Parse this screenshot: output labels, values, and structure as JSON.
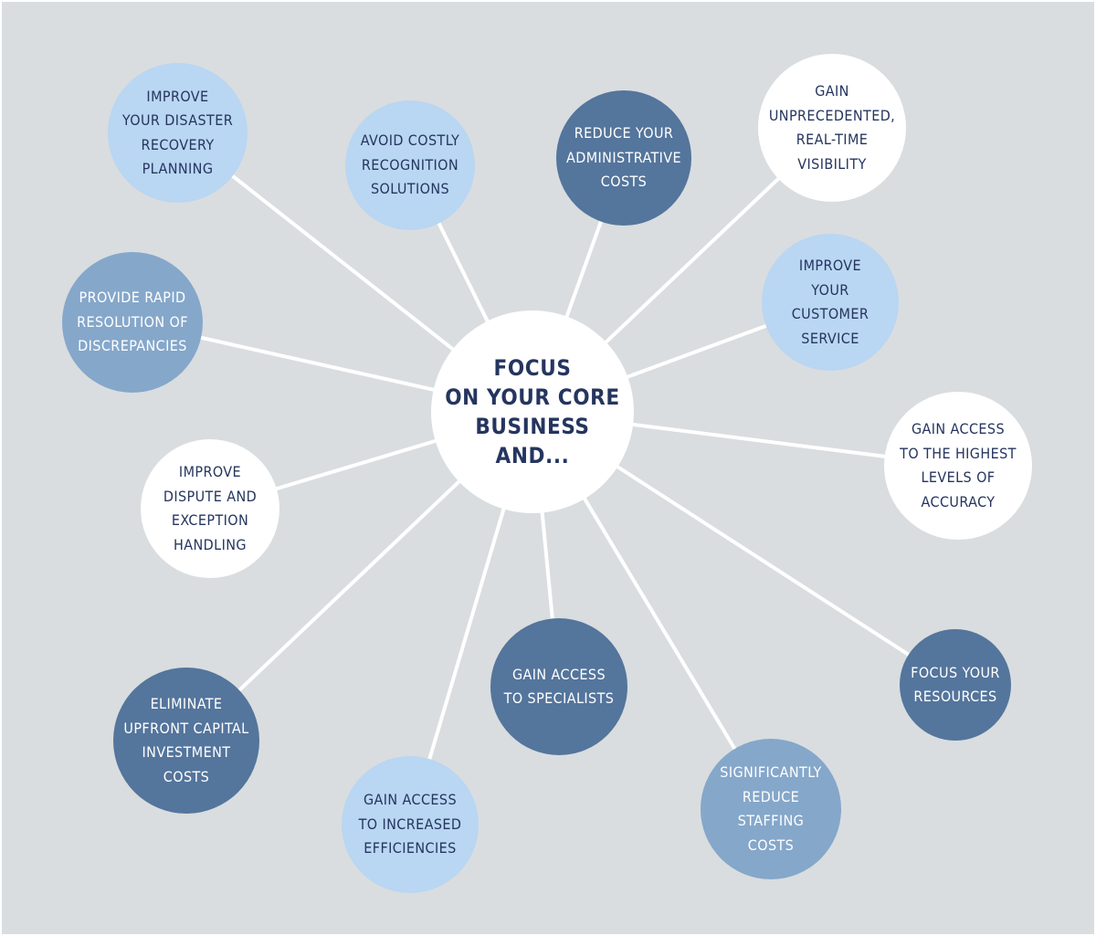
{
  "diagram": {
    "center": {
      "id": "center",
      "label": "FOCUS\nON YOUR CORE\nBUSINESS\nAND..."
    },
    "nodes": [
      {
        "id": "disaster-recovery",
        "label": "IMPROVE\nYOUR DISASTER\nRECOVERY\nPLANNING",
        "color": "#b9d6f2"
      },
      {
        "id": "recognition-solutions",
        "label": "AVOID COSTLY\nRECOGNITION\nSOLUTIONS",
        "color": "#b9d6f2"
      },
      {
        "id": "administrative-costs",
        "label": "REDUCE YOUR\nADMINISTRATIVE\nCOSTS",
        "color": "#54759c"
      },
      {
        "id": "real-time-visibility",
        "label": "GAIN\nUNPRECEDENTED,\nREAL-TIME\nVISIBILITY",
        "color": "#ffffff"
      },
      {
        "id": "customer-service",
        "label": "IMPROVE\nYOUR CUSTOMER\nSERVICE",
        "color": "#b9d6f2"
      },
      {
        "id": "highest-accuracy",
        "label": "GAIN ACCESS\nTO THE HIGHEST\nLEVELS OF\nACCURACY",
        "color": "#ffffff"
      },
      {
        "id": "focus-resources",
        "label": "FOCUS YOUR\nRESOURCES",
        "color": "#54759c"
      },
      {
        "id": "staffing-costs",
        "label": "SIGNIFICANTLY\nREDUCE STAFFING\nCOSTS",
        "color": "#85a7ca"
      },
      {
        "id": "specialists",
        "label": "GAIN ACCESS\nTO SPECIALISTS",
        "color": "#54759c"
      },
      {
        "id": "increased-efficiencies",
        "label": "GAIN ACCESS\nTO INCREASED\nEFFICIENCIES",
        "color": "#b9d6f2"
      },
      {
        "id": "upfront-capital",
        "label": "ELIMINATE\nUPFRONT CAPITAL\nINVESTMENT\nCOSTS",
        "color": "#54759c"
      },
      {
        "id": "dispute-handling",
        "label": "IMPROVE\nDISPUTE AND\nEXCEPTION\nHANDLING",
        "color": "#ffffff"
      },
      {
        "id": "discrepancies",
        "label": "PROVIDE RAPID\nRESOLUTION OF\nDISCREPANCIES",
        "color": "#85a7ca"
      }
    ]
  },
  "colors": {
    "background": "#d9dddf",
    "connector": "#ffffff",
    "text_dark": "#25355f",
    "text_light": "#ffffff"
  }
}
